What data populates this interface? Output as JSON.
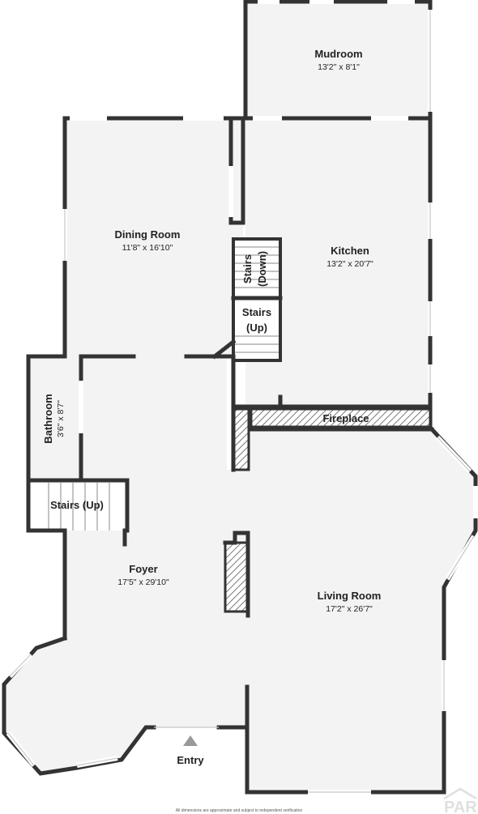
{
  "rooms": {
    "mudroom": {
      "name": "Mudroom",
      "dims": "13'2\" x 8'1\""
    },
    "dining": {
      "name": "Dining Room",
      "dims": "11'8\" x 16'10\""
    },
    "kitchen": {
      "name": "Kitchen",
      "dims": "13'2\" x 20'7\""
    },
    "bathroom": {
      "name": "Bathroom",
      "dims": "3'6\" x 8'7\""
    },
    "foyer": {
      "name": "Foyer",
      "dims": "17'5\" x 29'10\""
    },
    "living": {
      "name": "Living Room",
      "dims": "17'2\" x 26'7\""
    }
  },
  "labels": {
    "stairs_down_1": "Stairs",
    "stairs_down_2": "(Down)",
    "stairs_up_1": "Stairs",
    "stairs_up_2": "(Up)",
    "stairs_up_side": "Stairs (Up)",
    "fireplace": "Fireplace",
    "entry": "Entry"
  },
  "footer": "All dimensions are approximate and subject to independent verification",
  "logo": "PAR",
  "colors": {
    "wall": "#333333",
    "floor": "#f3f3f3",
    "hatch": "#555555"
  }
}
